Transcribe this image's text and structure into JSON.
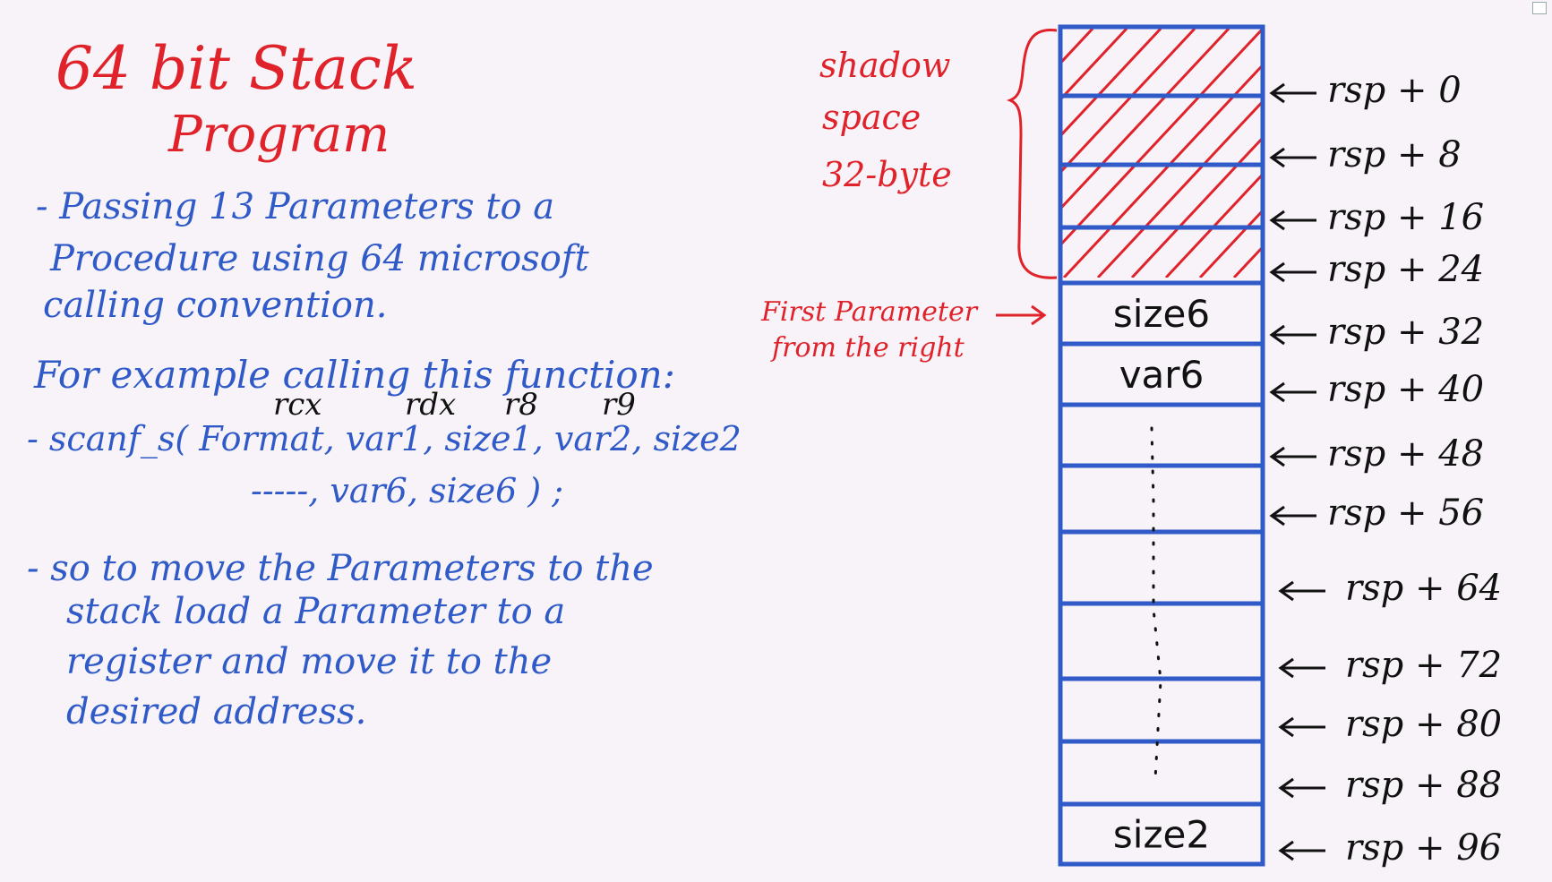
{
  "title": {
    "line1": "64 bit Stack",
    "line2": "Program"
  },
  "notes": {
    "line1": "- Passing 13 Parameters to a",
    "line2": "Procedure using 64 microsoft",
    "line3": "calling convention.",
    "example_intro": "For example calling this function:",
    "registers": [
      "rcx",
      "rdx",
      "r8",
      "r9"
    ],
    "call_line1": "- scanf_s( Format, var1, size1, var2, size2",
    "call_line2": "-----, var6, size6 ) ;",
    "move_line1": "- so to move the Parameters to the",
    "move_line2": "stack load a Parameter to a",
    "move_line3": "register and move it to the",
    "move_line4": "desired address."
  },
  "stack": {
    "shadow_label": [
      "shadow",
      "space",
      "32-byte"
    ],
    "first_param_label": [
      "First Parameter",
      "from the right"
    ],
    "cells": [
      "",
      "",
      "",
      "",
      "size6",
      "var6",
      "",
      "",
      "",
      "",
      "",
      "",
      "size2"
    ],
    "offsets": [
      "rsp + 0",
      "rsp + 8",
      "rsp + 16",
      "rsp + 24",
      "rsp + 32",
      "rsp + 40",
      "rsp + 48",
      "rsp + 56",
      "rsp + 64",
      "rsp + 72",
      "rsp + 80",
      "rsp + 88",
      "rsp + 96"
    ]
  },
  "colors": {
    "blue": "#2f5ac8",
    "red": "#e0232b",
    "ink": "#111111"
  }
}
